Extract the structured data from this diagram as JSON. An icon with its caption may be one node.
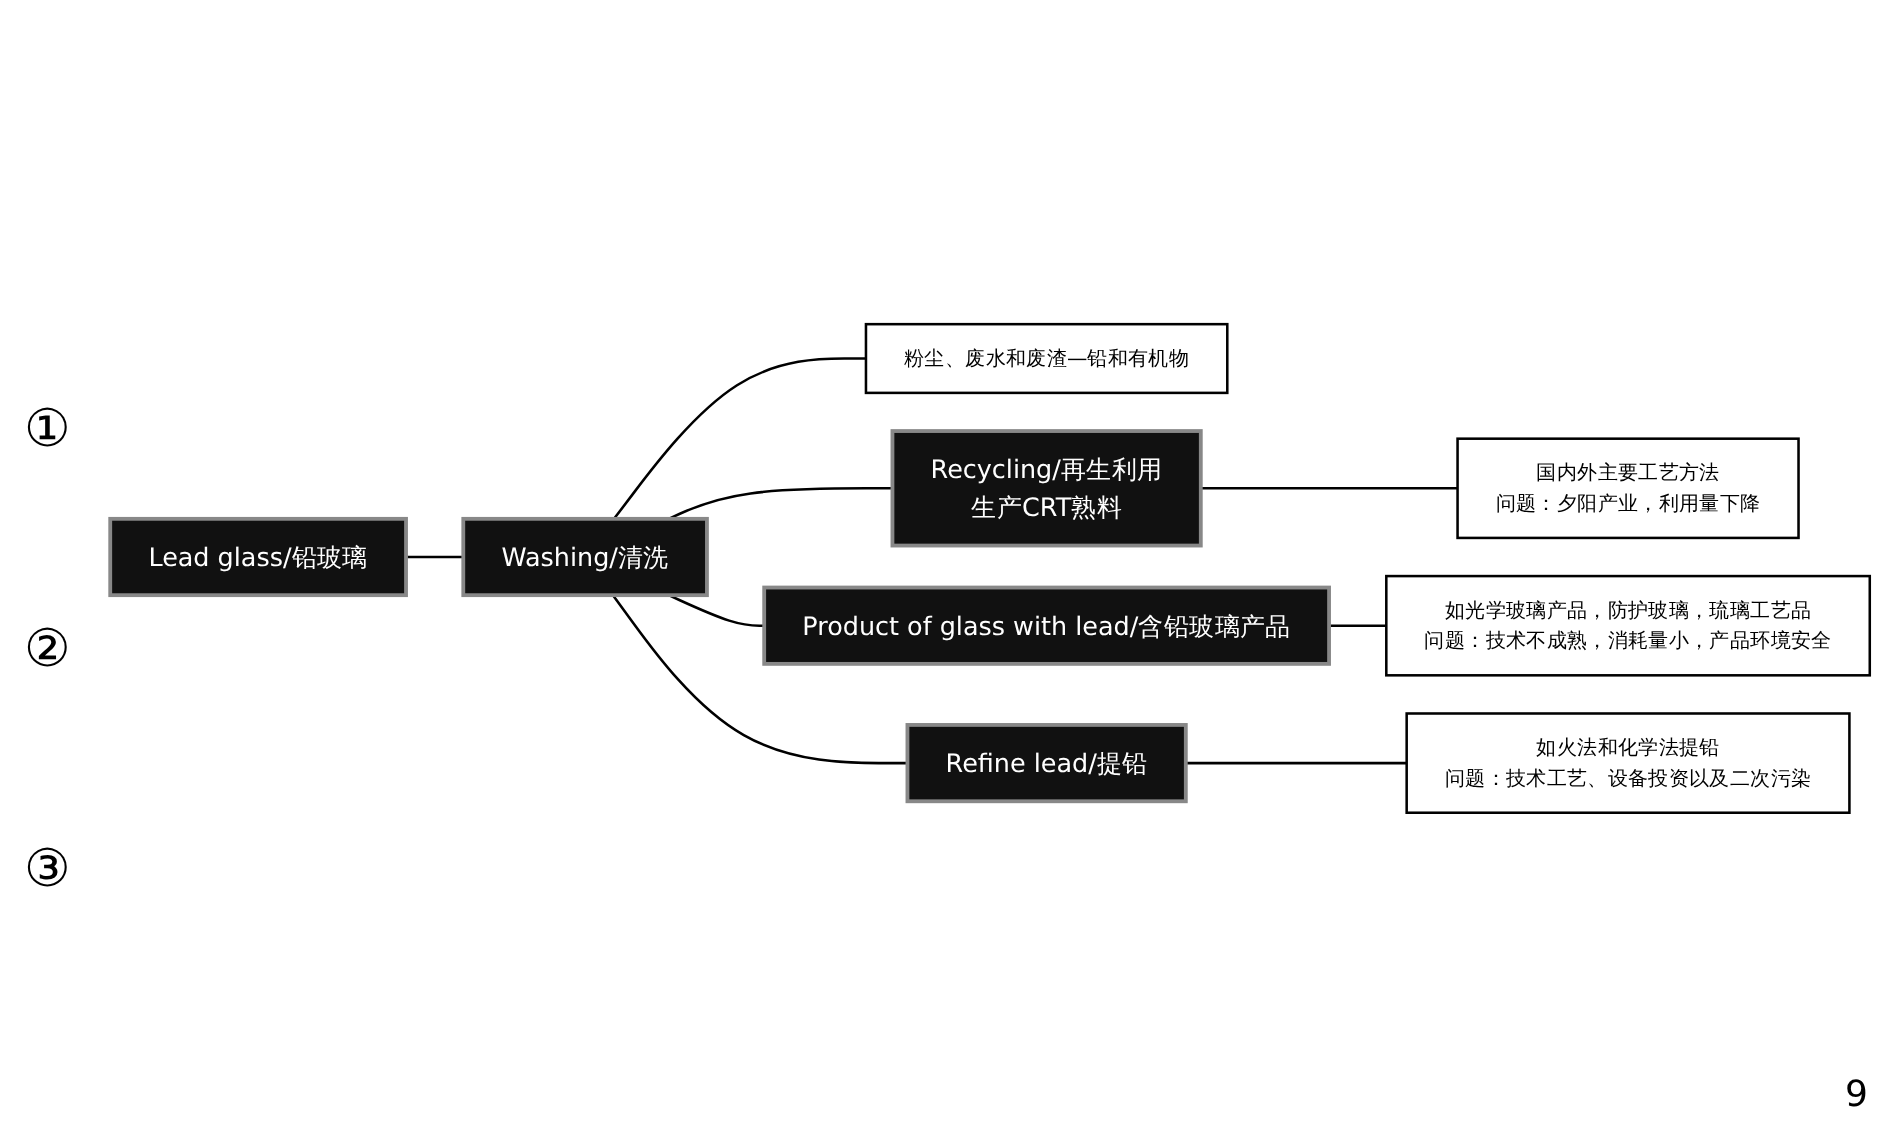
{
  "diagram": {
    "nodes": [
      {
        "text": [
          "Lead glass/铅玻璃"
        ]
      },
      {
        "text": [
          "Washing/清洗"
        ]
      },
      {
        "text": [
          "粉尘、废水和废渣—铅和有机物"
        ]
      },
      {
        "text": [
          "Recycling/再生利用",
          "生产CRT熟料"
        ]
      },
      {
        "text": [
          "国内外主要工艺方法",
          "问题：夕阳产业，利用量下降"
        ]
      },
      {
        "text": [
          "Product of glass with lead/含铅玻璃产品"
        ]
      },
      {
        "text": [
          "如光学玻璃产品，防护玻璃，琉璃工艺品",
          "问题：技术不成熟，消耗量小，产品环境安全"
        ]
      },
      {
        "text": [
          "Refine lead/提铅"
        ]
      },
      {
        "text": [
          "如火法和化学法提铅",
          "问题：技术工艺、设备投资以及二次污染"
        ]
      }
    ],
    "edges": [
      {
        "from": 0,
        "to": 1,
        "arrow": "none"
      },
      {
        "from": 1,
        "to": 2,
        "arrow": "none"
      },
      {
        "from": 1,
        "to": 3,
        "arrow": "none"
      },
      {
        "from": 1,
        "to": 5,
        "arrow": "none"
      },
      {
        "from": 1,
        "to": 7,
        "arrow": "none"
      },
      {
        "from": 3,
        "to": 4,
        "arrow": "none"
      },
      {
        "from": 5,
        "to": 6,
        "arrow": "none"
      },
      {
        "from": 7,
        "to": 8,
        "arrow": "none"
      }
    ],
    "labels": [
      "①",
      "②",
      "③",
      "9"
    ]
  }
}
